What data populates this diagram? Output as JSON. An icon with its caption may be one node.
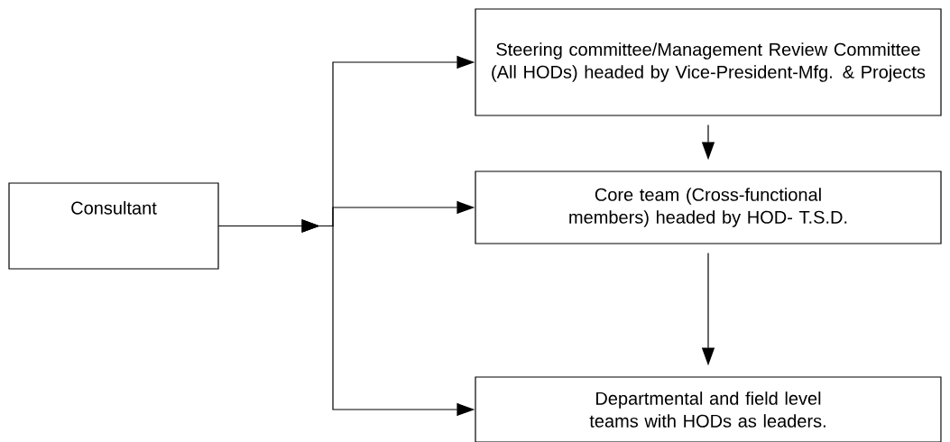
{
  "diagram": {
    "nodes": [
      {
        "text": [
          "Consultant"
        ]
      },
      {
        "text": [
          "Steering committee/Management Review Committee (All HODs) headed by Vice-President-Mfg. & Projects"
        ]
      },
      {
        "text": [
          "Core team (Cross-functional members) headed by HOD- T.S.D."
        ]
      },
      {
        "text": [
          "Departmental and field level teams with HODs as leaders."
        ]
      }
    ],
    "edges": [
      {
        "from": 0,
        "to": 1,
        "arrow": "to"
      },
      {
        "from": 0,
        "to": 2,
        "arrow": "to"
      },
      {
        "from": 0,
        "to": 3,
        "arrow": "to"
      },
      {
        "from": 1,
        "to": 2,
        "arrow": "to"
      },
      {
        "from": 2,
        "to": 3,
        "arrow": "to"
      }
    ]
  }
}
